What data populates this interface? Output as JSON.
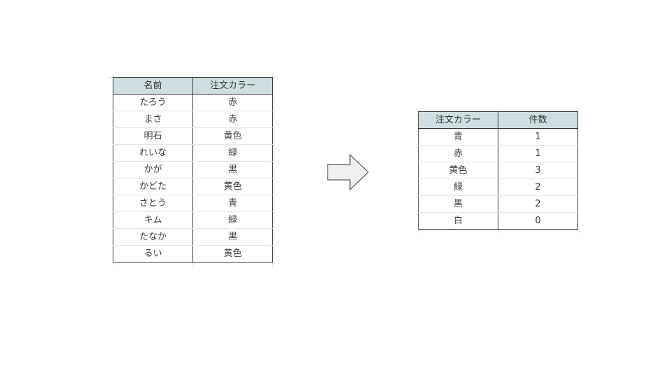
{
  "source_table": {
    "headers": [
      "名前",
      "注文カラー"
    ],
    "rows": [
      [
        "たろう",
        "赤"
      ],
      [
        "まさ",
        "赤"
      ],
      [
        "明石",
        "黄色"
      ],
      [
        "れいな",
        "緑"
      ],
      [
        "かが",
        "黒"
      ],
      [
        "かどた",
        "黄色"
      ],
      [
        "さとう",
        "青"
      ],
      [
        "キム",
        "緑"
      ],
      [
        "たなか",
        "黒"
      ],
      [
        "るい",
        "黄色"
      ]
    ]
  },
  "arrow": {
    "icon": "right-arrow-icon",
    "fill": "#efefef",
    "stroke": "#595959"
  },
  "summary_table": {
    "headers": [
      "注文カラー",
      "件数"
    ],
    "rows": [
      [
        "青",
        "1"
      ],
      [
        "赤",
        "1"
      ],
      [
        "黄色",
        "3"
      ],
      [
        "緑",
        "2"
      ],
      [
        "黒",
        "2"
      ],
      [
        "白",
        "0"
      ]
    ]
  },
  "colors": {
    "header_bg": "#cfdfe1",
    "border": "#333333",
    "gridline": "#e4e4e4"
  }
}
